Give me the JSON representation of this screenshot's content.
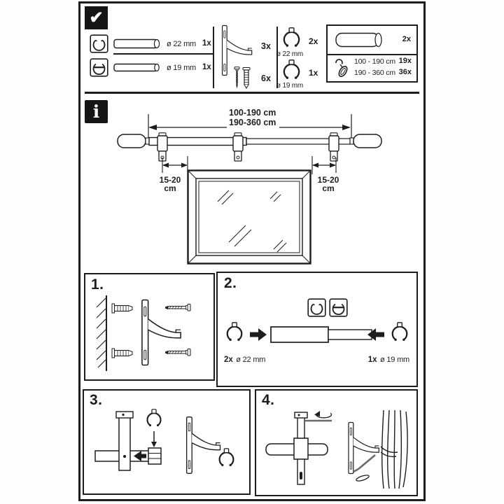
{
  "colors": {
    "background": "#ffffff",
    "ink": "#1d1d1b"
  },
  "icons": {
    "confirm_glyph": "✔",
    "info_glyph": "i"
  },
  "parts": {
    "rods": [
      {
        "diameter": "ø 22 mm",
        "qty": "1x"
      },
      {
        "diameter": "ø 19 mm",
        "qty": "1x"
      }
    ],
    "bracket_qty": "3x",
    "fasteners_qty": "6x",
    "rings": [
      {
        "qty": "2x",
        "diameter": "ø 22 mm"
      },
      {
        "qty": "1x",
        "diameter": "ø 19 mm"
      }
    ],
    "connector_qty": "2x",
    "gliders": [
      {
        "range": "100 - 190 cm",
        "qty": "19x"
      },
      {
        "range": "190 - 360 cm",
        "qty": "36x"
      }
    ]
  },
  "info": {
    "length_range_short": "100-190 cm",
    "length_range_long": "190-360 cm",
    "offset_value": "15-20",
    "offset_unit": "cm"
  },
  "steps": {
    "one": {
      "number": "1."
    },
    "two": {
      "number": "2.",
      "left_qty": "2x",
      "left_diameter": "ø 22 mm",
      "right_qty": "1x",
      "right_diameter": "ø 19 mm"
    },
    "three": {
      "number": "3."
    },
    "four": {
      "number": "4."
    }
  }
}
